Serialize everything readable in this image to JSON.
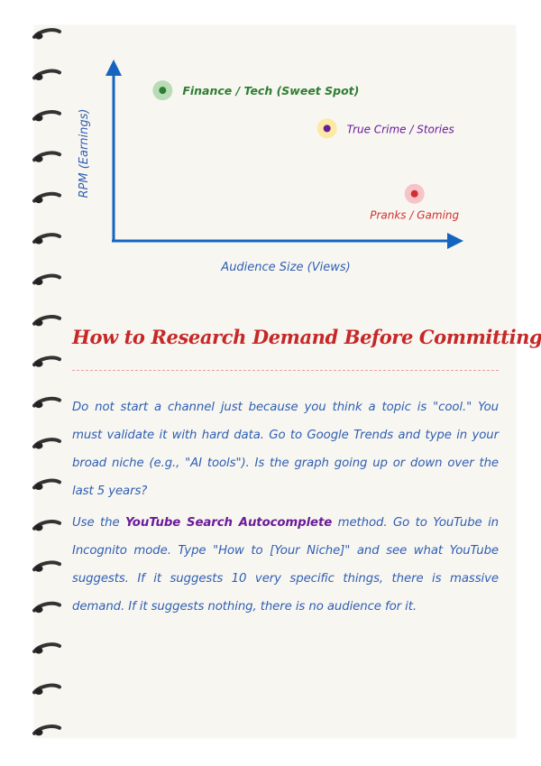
{
  "diagram": {
    "y_axis_label": "RPM (Earnings)",
    "x_axis_label": "Audience Size (Views)",
    "points": [
      {
        "label": "Finance / Tech (Sweet Spot)",
        "color": "#2e7d32",
        "halo": "#b9dcb7",
        "audience": 0.14,
        "rpm": 0.83
      },
      {
        "label": "True Crime / Stories",
        "color": "#6a1b9a",
        "halo": "#fbe9a6",
        "audience": 0.61,
        "rpm": 0.62
      },
      {
        "label": "Pranks / Gaming",
        "color": "#d32f2f",
        "halo": "#f6c3c8",
        "audience": 0.86,
        "rpm": 0.26
      }
    ]
  },
  "section": {
    "title": "How to Research Demand Before Committing",
    "paragraph1": "Do not start a channel just because you think a topic is \"cool.\" You must validate it with hard data. Go to Google Trends and type in your broad niche (e.g., \"AI tools\"). Is the graph going up or down over the last 5 years?",
    "paragraph2_intro": "Use the ",
    "paragraph2_highlight": "YouTube Search Autocomplete",
    "paragraph2_rest": " method. Go to YouTube in Incognito mode. Type \"How to [Your Niche]\" and see what YouTube suggests. If it suggests 10 very specific things, there is massive demand. If it suggests nothing, there is no audience for it."
  },
  "colors": {
    "axis": "#1565c0",
    "heading": "#c62828",
    "body_text": "#2f5fb3",
    "highlight": "#6a1b9a",
    "paper": "#f8f6f1"
  }
}
